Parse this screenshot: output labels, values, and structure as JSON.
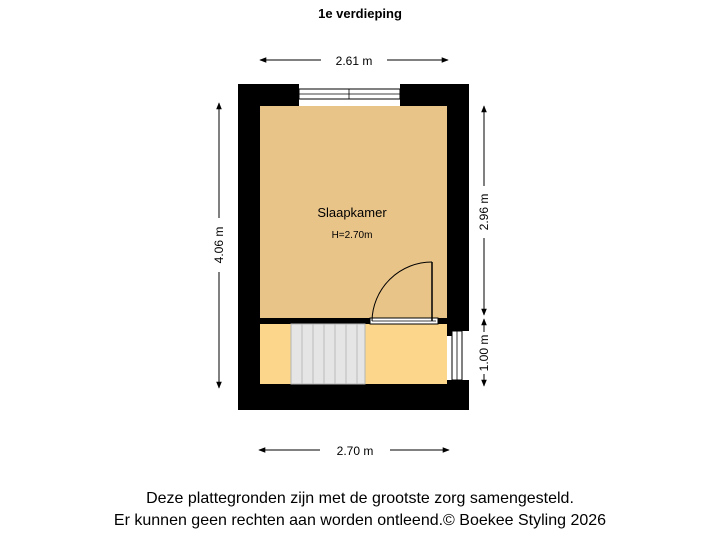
{
  "floor": {
    "title": "1e verdieping"
  },
  "dimensions": {
    "top_width": "2.61 m",
    "bottom_width": "2.70 m",
    "left_height": "4.06 m",
    "right_upper_height": "2.96 m",
    "right_lower_height": "1.00 m"
  },
  "rooms": [
    {
      "name": "Slaapkamer",
      "height_label": "H=2.70m"
    }
  ],
  "colors": {
    "wall": "#000000",
    "room_fill": "#e9c489",
    "landing_fill": "#fcd68a",
    "stair_fill": "#e5e5e5",
    "stair_lines": "#bbbbbb",
    "dimension_line": "#000000"
  },
  "footer": {
    "line1": "Deze plattegronden zijn met de grootste zorg samengesteld.",
    "line2": "Er kunnen geen rechten aan worden ontleend.© Boekee Styling 2026"
  }
}
